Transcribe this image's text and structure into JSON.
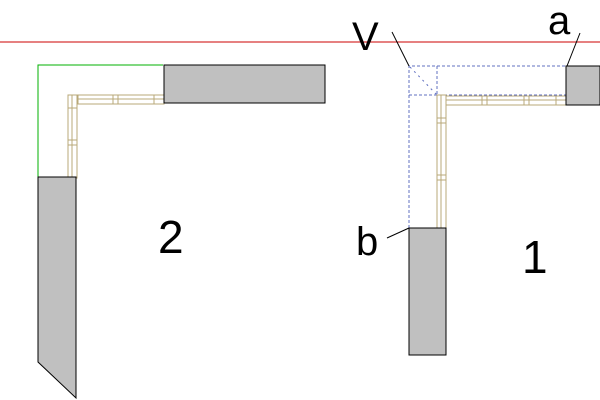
{
  "labels": {
    "v": "V",
    "a": "a",
    "b": "b",
    "region_1": "1",
    "region_2": "2"
  },
  "colors": {
    "reference_line": "#cc0000",
    "wall_fill": "#c0c0c0",
    "wall_stroke": "#000000",
    "frame": "#b8a878",
    "guide_green": "#00b000",
    "dashed_outline": "#6070c0"
  }
}
